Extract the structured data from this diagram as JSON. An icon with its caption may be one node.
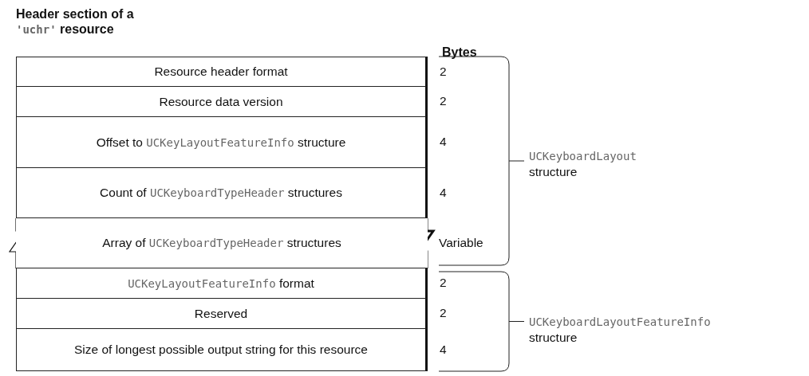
{
  "diagram": {
    "title": "Header section of a 'uchr' resource",
    "nodes": [
      {
        "text": [
          "Resource header format"
        ],
        "beside": [
          "2"
        ]
      },
      {
        "text": [
          "Resource data version"
        ],
        "beside": [
          "2"
        ]
      },
      {
        "text": [
          "Offset to UCKeyLayoutFeatureInfo structure"
        ],
        "beside": [
          "4"
        ]
      },
      {
        "text": [
          "Count of UCKeyboardTypeHeader structures"
        ],
        "beside": [
          "4"
        ]
      },
      {
        "text": [
          "Array of UCKeyboardTypeHeader structures"
        ],
        "beside": [
          "Variable"
        ]
      },
      {
        "text": [
          "UCKeyLayoutFeatureInfo format"
        ],
        "beside": [
          "2"
        ]
      },
      {
        "text": [
          "Reserved"
        ],
        "beside": [
          "2"
        ]
      },
      {
        "text": [
          "Size of longest possible output string for this resource"
        ],
        "beside": [
          "4"
        ]
      }
    ],
    "labels": [
      "Bytes",
      "UCKeyboardLayout structure",
      "UCKeyboardLayoutFeatureInfo structure"
    ]
  }
}
